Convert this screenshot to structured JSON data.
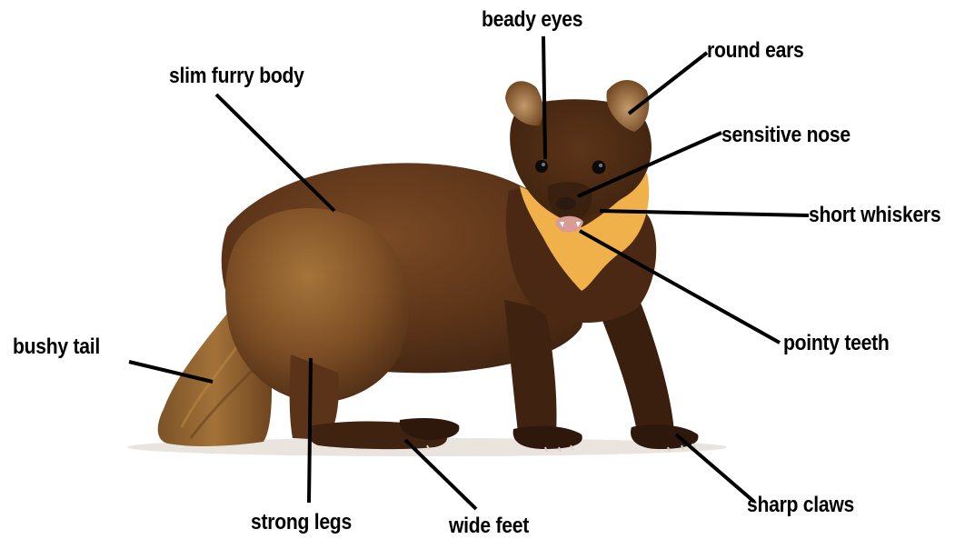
{
  "labels": {
    "beady_eyes": "beady eyes",
    "round_ears": "round ears",
    "slim_furry_body": "slim furry body",
    "sensitive_nose": "sensitive nose",
    "short_whiskers": "short whiskers",
    "bushy_tail": "bushy tail",
    "pointy_teeth": "pointy teeth",
    "sharp_claws": "sharp claws",
    "strong_legs": "strong legs",
    "wide_feet": "wide feet"
  },
  "colors": {
    "fur_dark": "#4a2a16",
    "fur_mid": "#6b3f1f",
    "fur_light": "#9a6a34",
    "throat_patch": "#f0b04a",
    "label_text": "#000000",
    "leader_line": "#000000",
    "background": "#ffffff"
  }
}
